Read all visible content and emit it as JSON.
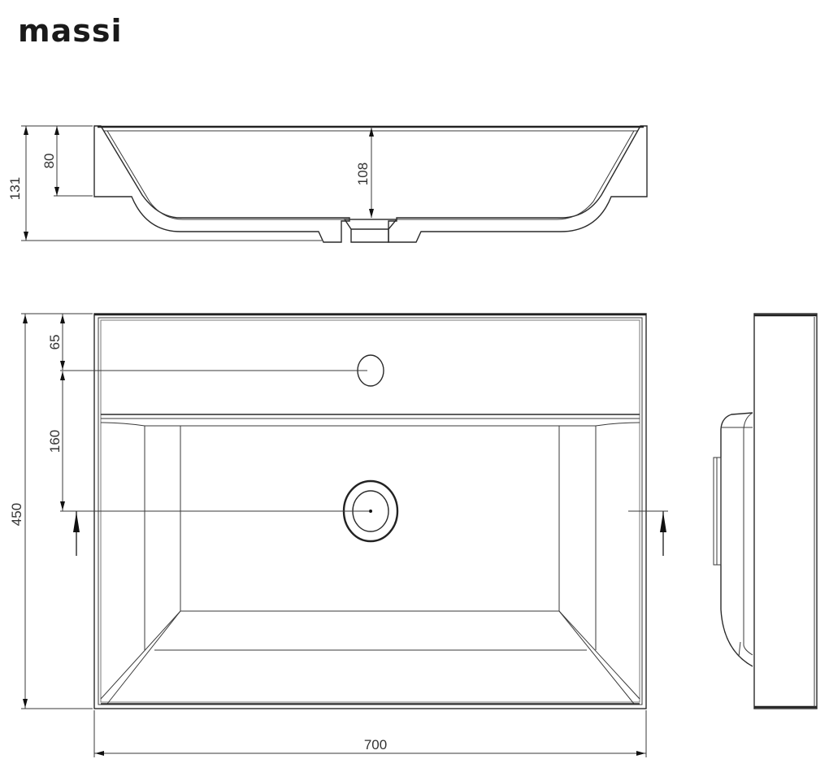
{
  "brand": {
    "logo_text": "massi"
  },
  "drawing": {
    "title": "Washbasin technical drawing",
    "views": [
      "section-view",
      "top-view",
      "side-view"
    ],
    "units": "mm",
    "dimensions": {
      "total_height": "131",
      "rim_height": "80",
      "bowl_depth": "108",
      "tap_hole_offset": "65",
      "tap_to_drain": "160",
      "depth": "450",
      "width": "700"
    },
    "colors": {
      "line": "#2a2a2a",
      "background": "#ffffff",
      "text": "#333333"
    }
  }
}
